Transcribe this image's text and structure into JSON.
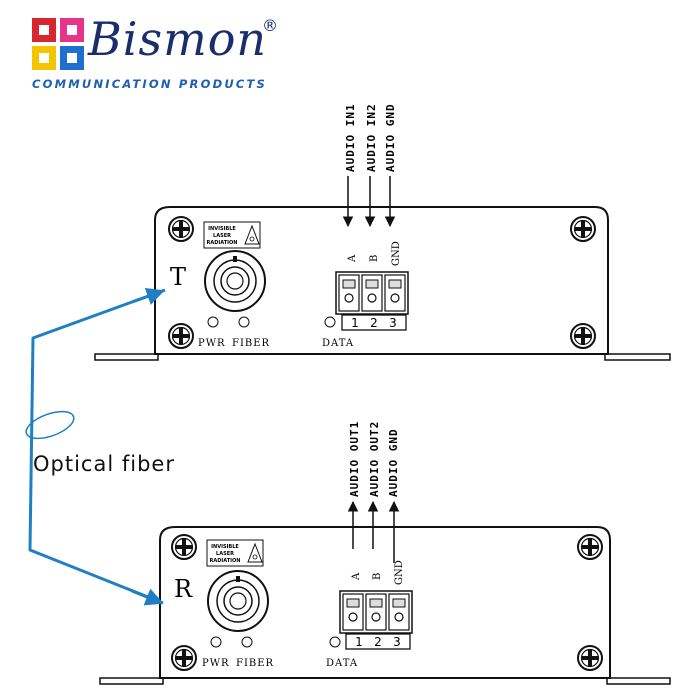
{
  "brand": {
    "name": "Bismon",
    "registered_mark": "®",
    "tagline": "COMMUNICATION PRODUCTS",
    "colors": {
      "name": "#1b2d6b",
      "tagline": "#1f5fb0",
      "logo_red": "#d9262e",
      "logo_pink": "#e8338b",
      "logo_yellow": "#f2c500",
      "logo_blue": "#1f6fd1"
    }
  },
  "fiber": {
    "label": "Optical fiber",
    "color": "#1f7fc4"
  },
  "transmitter": {
    "letter": "T",
    "laser_warning": [
      "INVISIBLE",
      "LASER",
      "RADIATION"
    ],
    "led_labels": {
      "pwr": "PWR",
      "fiber": "FIBER",
      "data": "DATA"
    },
    "terminal_labels": [
      "A",
      "B",
      "GND"
    ],
    "terminal_numbers": [
      "1",
      "2",
      "3"
    ],
    "signals": [
      "AUDIO IN1",
      "AUDIO IN2",
      "AUDIO GND"
    ]
  },
  "receiver": {
    "letter": "R",
    "laser_warning": [
      "INVISIBLE",
      "LASER",
      "RADIATION"
    ],
    "led_labels": {
      "pwr": "PWR",
      "fiber": "FIBER",
      "data": "DATA"
    },
    "terminal_labels": [
      "A",
      "B",
      "GND"
    ],
    "terminal_numbers": [
      "1",
      "2",
      "3"
    ],
    "signals": [
      "AUDIO OUT1",
      "AUDIO OUT2",
      "AUDIO GND"
    ]
  }
}
